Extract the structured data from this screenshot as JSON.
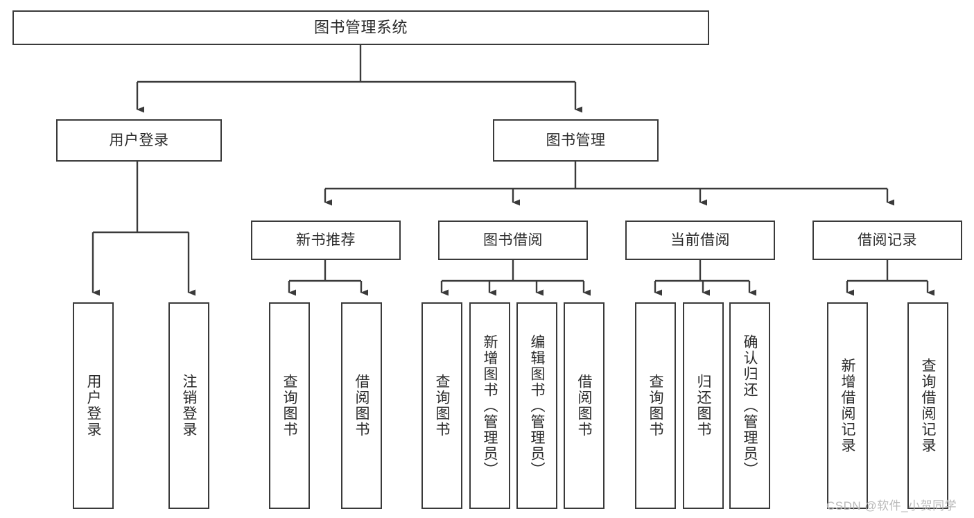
{
  "diagram": {
    "title": "图书管理系统",
    "watermark": "CSDN @软件_小贺同学",
    "colors": {
      "stroke": "#3a3a3a",
      "fill": "#ffffff",
      "text": "#2b2b2b",
      "watermark": "#b9b9b9"
    },
    "levels": {
      "root": {
        "label": "图书管理系统"
      },
      "level1": [
        {
          "label": "用户登录"
        },
        {
          "label": "图书管理"
        }
      ],
      "level2": [
        {
          "label": "新书推荐"
        },
        {
          "label": "图书借阅"
        },
        {
          "label": "当前借阅"
        },
        {
          "label": "借阅记录"
        }
      ],
      "leaves_user_login": [
        {
          "label": "用户登录"
        },
        {
          "label": "注销登录"
        }
      ],
      "leaves_new_book": [
        {
          "label": "查询图书"
        },
        {
          "label": "借阅图书"
        }
      ],
      "leaves_borrow": [
        {
          "label": "查询图书"
        },
        {
          "label": "新增图书（管理员）"
        },
        {
          "label": "编辑图书（管理员）"
        },
        {
          "label": "借阅图书"
        }
      ],
      "leaves_current": [
        {
          "label": "查询图书"
        },
        {
          "label": "归还图书"
        },
        {
          "label": "确认归还（管理员）"
        }
      ],
      "leaves_records": [
        {
          "label": "新增借阅记录"
        },
        {
          "label": "查询借阅记录"
        }
      ]
    }
  }
}
